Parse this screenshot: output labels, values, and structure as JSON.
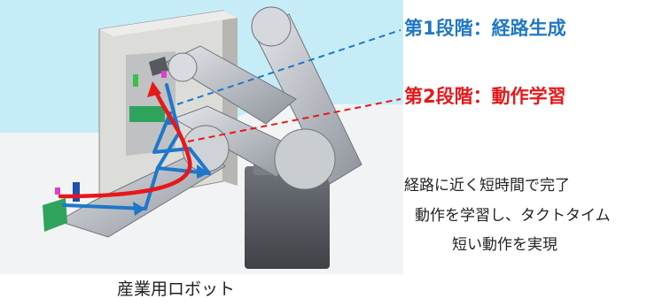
{
  "stage1": {
    "label": "第1段階：経路生成",
    "color": "#1f77c9"
  },
  "stage2": {
    "label": "第2段階：動作学習",
    "color": "#e8171a"
  },
  "description": [
    "経路に近く短時間で完了",
    "動作を学習し、タクトタイム",
    "短い動作を実現"
  ],
  "caption": "産業用ロボット"
}
